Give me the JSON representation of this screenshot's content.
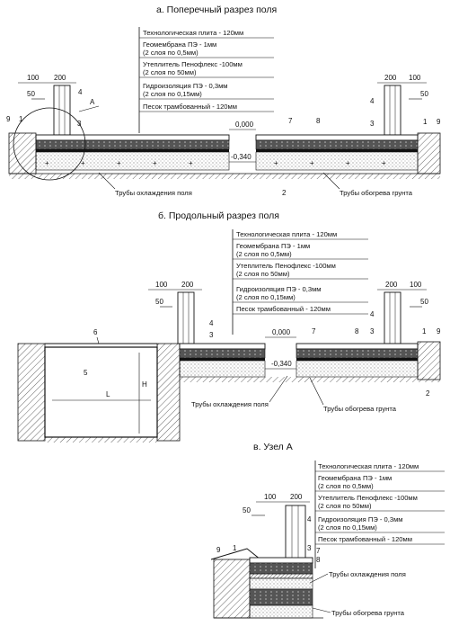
{
  "sections": {
    "a": {
      "title": "а. Поперечный разрез поля",
      "layers": [
        "Технологическая плита - 120мм",
        "Геомембрана ПЭ - 1мм",
        "(2 слоя по 0,5мм)",
        "Утеплитель Пенофлекс -100мм",
        "(2 слоя по 50мм)",
        "Гидроизоляция ПЭ - 0,3мм",
        "(2 слоя по 0,15мм)",
        "Песок трамбованный - 120мм"
      ],
      "dims": {
        "d100": "100",
        "d200": "200",
        "d50": "50",
        "zero": "0,000",
        "minus": "-0,340",
        "callout": "А"
      },
      "marks": {
        "m1": "1",
        "m2": "2",
        "m3": "3",
        "m4": "4",
        "m7": "7",
        "m8": "8",
        "m9": "9"
      },
      "pipes_cooling": "Трубы охлаждения поля",
      "pipes_heating": "Трубы обогрева грунта"
    },
    "b": {
      "title": "б. Продольный разрез поля",
      "layers": [
        "Технологическая плита - 120мм",
        "Геомембрана ПЭ - 1мм",
        "(2 слоя по 0,5мм)",
        "Утеплитель Пенофлекс -100мм",
        "(2 слоя по 50мм)",
        "Гидроизоляция ПЭ - 0,3мм",
        "(2 слоя по 0,15мм)",
        "Песок трамбованный - 120мм"
      ],
      "dims": {
        "d100": "100",
        "d200": "200",
        "d50": "50",
        "zero": "0,000",
        "minus": "-0,340",
        "H": "H",
        "L": "L"
      },
      "marks": {
        "m1": "1",
        "m2": "2",
        "m3": "3",
        "m4": "4",
        "m5": "5",
        "m6": "6",
        "m7": "7",
        "m8": "8",
        "m9": "9"
      },
      "pipes_cooling": "Трубы охлаждения поля",
      "pipes_heating": "Трубы обогрева грунта"
    },
    "c": {
      "title": "в. Узел А",
      "layers": [
        "Технологическая плита - 120мм",
        "Геомембрана ПЭ - 1мм",
        "(2 слоя по 0,5мм)",
        "Утеплитель Пенофлекс -100мм",
        "(2 слоя по 50мм)",
        "Гидроизоляция ПЭ - 0,3мм",
        "(2 слоя по 0,15мм)",
        "Песок трамбованный - 120мм"
      ],
      "dims": {
        "d100": "100",
        "d200": "200",
        "d50": "50"
      },
      "marks": {
        "m1": "1",
        "m3": "3",
        "m4": "4",
        "m7": "7",
        "m8": "8",
        "m9": "9"
      },
      "pipes_cooling": "Трубы охлаждения поля",
      "pipes_heating": "Трубы обогрева грунта"
    }
  }
}
